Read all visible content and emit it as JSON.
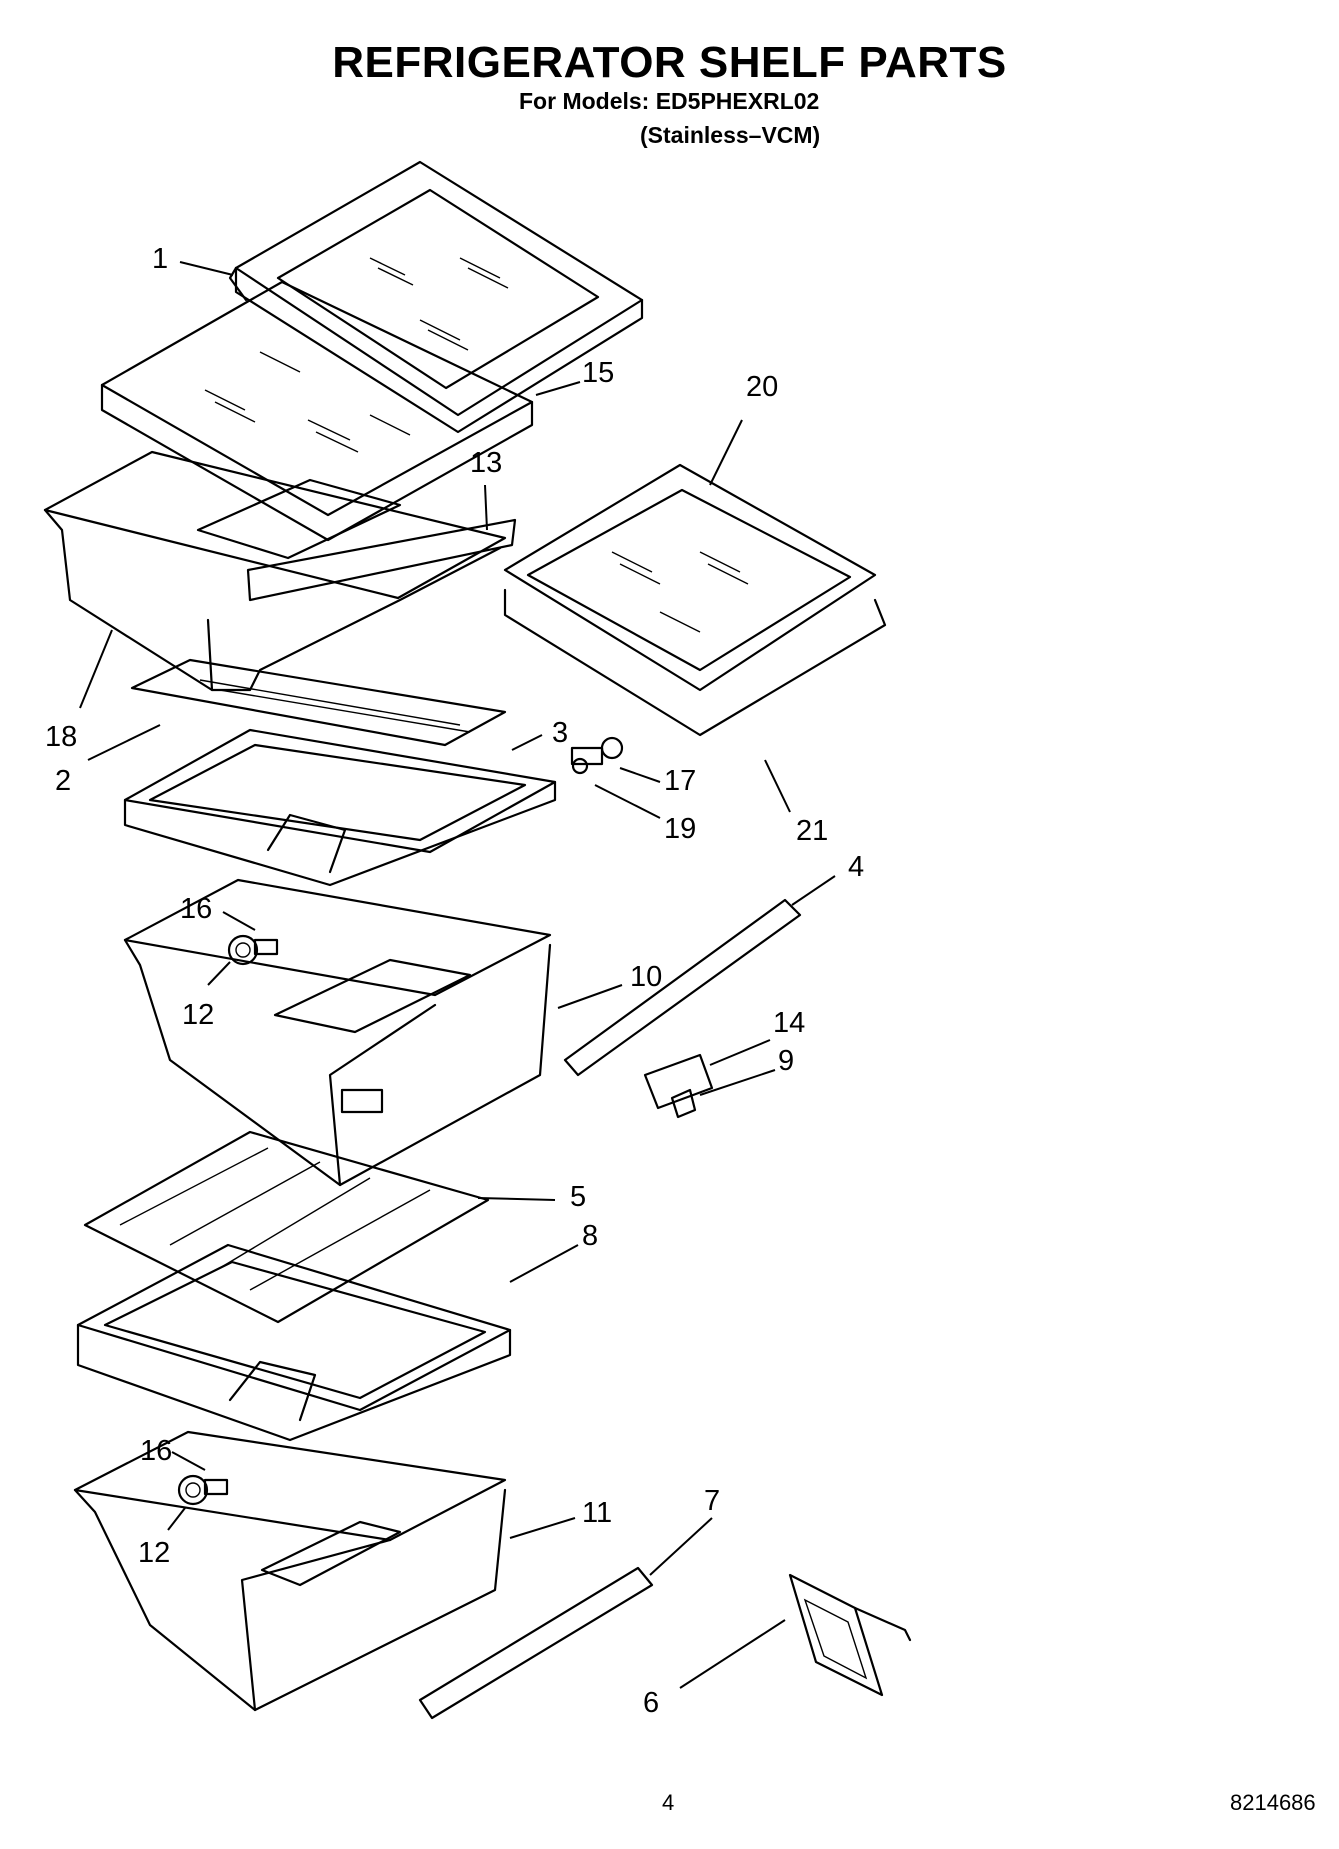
{
  "header": {
    "title": "REFRIGERATOR SHELF PARTS",
    "models_line": "For Models: ED5PHEXRL02",
    "variant_line": "(Stainless–VCM)"
  },
  "footer": {
    "page_number": "4",
    "document_number": "8214686"
  },
  "callouts": {
    "c1": "1",
    "c15": "15",
    "c20": "20",
    "c13": "13",
    "c18": "18",
    "c2": "2",
    "c3": "3",
    "c17": "17",
    "c19": "19",
    "c21": "21",
    "c4": "4",
    "c16a": "16",
    "c12a": "12",
    "c10": "10",
    "c14": "14",
    "c9": "9",
    "c5": "5",
    "c8": "8",
    "c16b": "16",
    "c12b": "12",
    "c11": "11",
    "c7": "7",
    "c6": "6"
  },
  "colors": {
    "ink": "#000000",
    "paper": "#ffffff"
  }
}
